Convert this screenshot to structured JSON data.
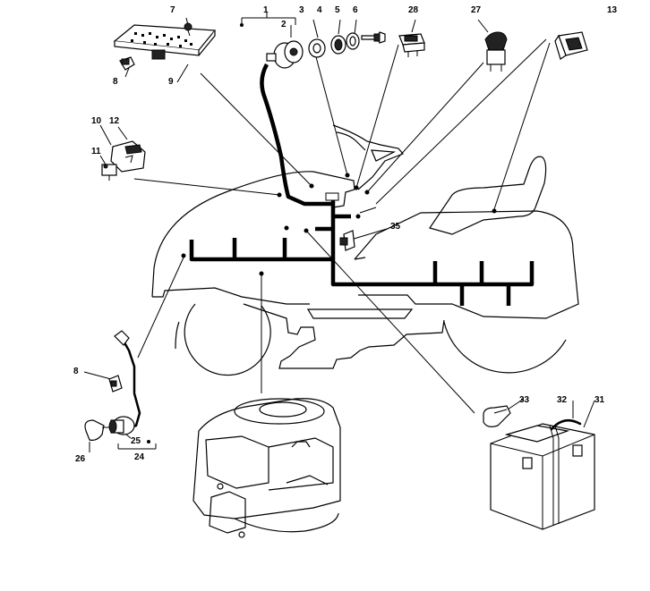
{
  "callouts": {
    "c1": "1",
    "c2": "2",
    "c3": "3",
    "c4": "4",
    "c5": "5",
    "c6": "6",
    "c7": "7",
    "c8a": "8",
    "c8b": "8",
    "c9": "9",
    "c10": "10",
    "c11": "11",
    "c12": "12",
    "c13": "13",
    "c24": "24",
    "c25": "25",
    "c26": "26",
    "c27": "27",
    "c28": "28",
    "c31": "31",
    "c32": "32",
    "c33": "33",
    "c35": "35"
  },
  "colors": {
    "line": "#000000",
    "background": "#ffffff"
  }
}
